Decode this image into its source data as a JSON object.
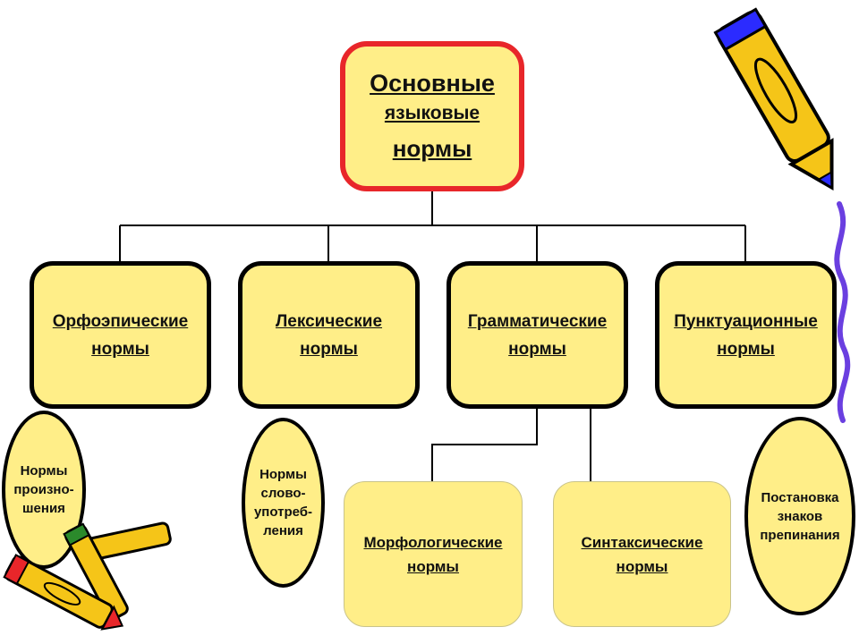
{
  "root": {
    "line1": "Основные",
    "line2": "языковые",
    "line3": "нормы"
  },
  "categories": [
    {
      "line1": "Орфоэпические",
      "line2": "нормы"
    },
    {
      "line1": "Лексические",
      "line2": "нормы"
    },
    {
      "line1": "Грамматические",
      "line2": "нормы"
    },
    {
      "line1": "Пунктуационные",
      "line2": "нормы"
    }
  ],
  "sub_boxes": [
    {
      "line1": "Морфологические",
      "line2": "нормы"
    },
    {
      "line1": "Синтаксические",
      "line2": "нормы"
    }
  ],
  "ovals": [
    {
      "lines": [
        "Нормы",
        "произно-",
        "шения"
      ]
    },
    {
      "lines": [
        "Нормы",
        "слово-",
        "употреб-",
        "ления"
      ]
    },
    {
      "lines": [
        "Постановка",
        "знаков",
        "препинания"
      ]
    }
  ],
  "decorations": [
    "pencil-icon",
    "crayons-icon",
    "scribble-line"
  ],
  "colors": {
    "fill": "#ffee88",
    "root_border": "#e8262a",
    "border": "#000000",
    "pencil": "#f5c518",
    "scribble": "#6a3fe0"
  }
}
